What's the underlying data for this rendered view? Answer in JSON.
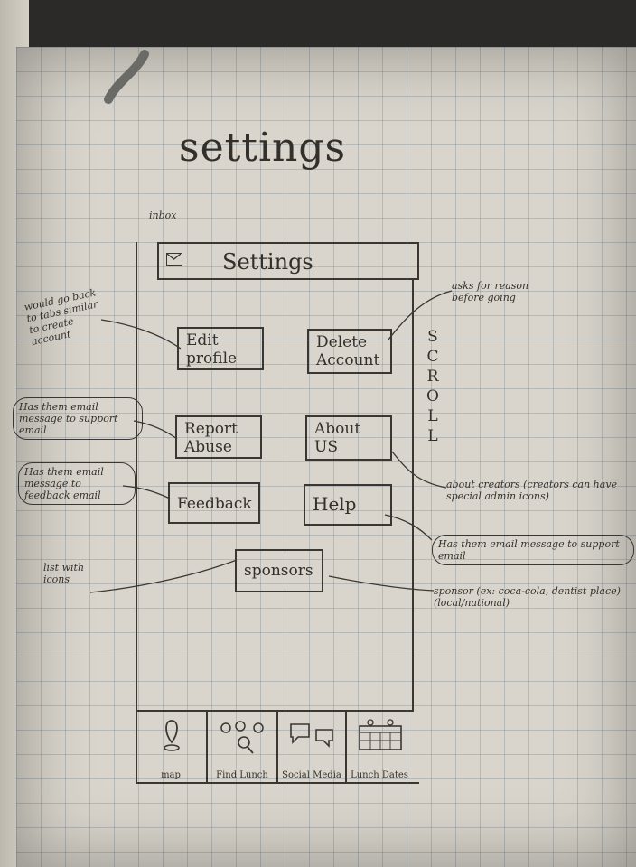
{
  "page": {
    "title": "settings"
  },
  "app": {
    "header_title": "Settings",
    "inbox_label": "inbox"
  },
  "buttons": {
    "edit_profile": "Edit profile",
    "delete_account": "Delete Account",
    "report_abuse": "Report Abuse",
    "about_us": "About US",
    "feedback": "Feedback",
    "help": "Help",
    "sponsors": "sponsors"
  },
  "scroll_label": "SCROLL",
  "nav": {
    "items": [
      {
        "label": "map",
        "icon": "map-pin-icon"
      },
      {
        "label": "Find Lunch",
        "icon": "people-search-icon"
      },
      {
        "label": "Social Media",
        "icon": "speech-bubbles-icon"
      },
      {
        "label": "Lunch Dates",
        "icon": "calendar-icon"
      }
    ]
  },
  "annotations": {
    "edit_profile": "would go back to tabs similar to create account",
    "delete_account": "asks for reason before going",
    "report_abuse": "Has them email message to support email",
    "feedback": "Has them email message to feedback email",
    "about_us": "about creators (creators can have special admin icons)",
    "help": "Has them email message to support email",
    "sponsors_left": "list with icons",
    "sponsors_right": "sponsor (ex: coca-cola, dentist place) (local/national)"
  }
}
